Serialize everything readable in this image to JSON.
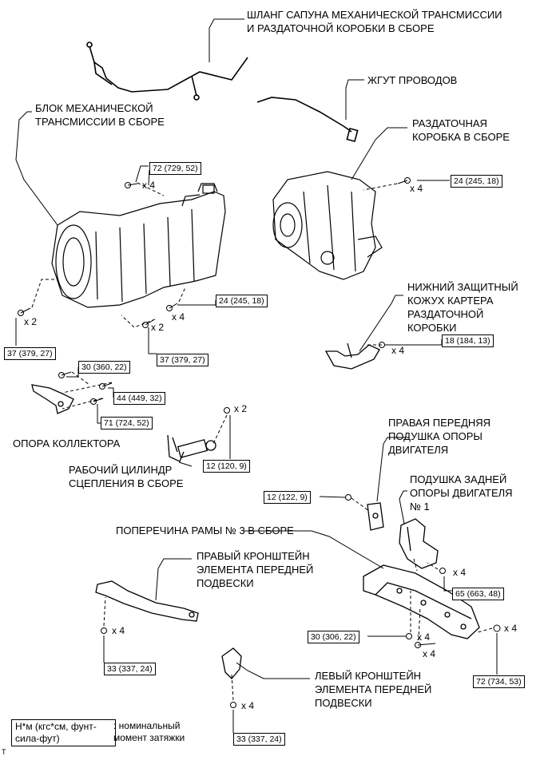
{
  "labels": {
    "breather_hose": "ШЛАНГ САПУНА МЕХАНИЧЕСКОЙ ТРАНСМИССИИ\nИ РАЗДАТОЧНОЙ КОРОБКИ В СБОРЕ",
    "wire_harness": "ЖГУТ ПРОВОДОВ",
    "manual_transmission": "БЛОК МЕХАНИЧЕСКОЙ\nТРАНСМИССИИ В СБОРЕ",
    "transfer_case": "РАЗДАТОЧНАЯ\nКОРОБКА В СБОРЕ",
    "transfer_lower_cover": "НИЖНИЙ ЗАЩИТНЫЙ\nКОЖУХ КАРТЕРА\nРАЗДАТОЧНОЙ\nКОРОБКИ",
    "manifold_stay": "ОПОРА КОЛЛЕКТОРА",
    "clutch_cylinder": "РАБОЧИЙ ЦИЛИНДР\nСЦЕПЛЕНИЯ В СБОРЕ",
    "front_engine_mount": "ПРАВАЯ ПЕРЕДНЯЯ\nПОДУШКА ОПОРЫ\nДВИГАТЕЛЯ",
    "rear_engine_mount": "ПОДУШКА ЗАДНЕЙ\nОПОРЫ ДВИГАТЕЛЯ\n№ 1",
    "crossmember": "ПОПЕРЕЧИНА РАМЫ № 3 В СБОРЕ",
    "rh_bracket": "ПРАВЫЙ КРОНШТЕЙН\nЭЛЕМЕНТА ПЕРЕДНЕЙ\nПОДВЕСКИ",
    "lh_bracket": "ЛЕВЫЙ КРОНШТЕЙН\nЭЛЕМЕНТА ПЕРЕДНЕЙ\nПОДВЕСКИ"
  },
  "torques": {
    "t72_729": "72 (729, 52)",
    "t24_245_tc": "24 (245, 18)",
    "t37_left": "37 (379, 27)",
    "t24_245_mt": "24 (245, 18)",
    "t37_mid": "37 (379, 27)",
    "t18_184": "18 (184, 13)",
    "t30_360": "30 (360, 22)",
    "t44_449": "44 (449, 32)",
    "t71_724": "71 (724, 52)",
    "t12_120": "12 (120, 9)",
    "t12_122": "12 (122, 9)",
    "t65_663": "65 (663, 48)",
    "t30_306": "30 (306, 22)",
    "t72_734": "72 (734, 53)",
    "t33_left": "33 (337, 24)",
    "t33_mid": "33 (337, 24)"
  },
  "multipliers": {
    "x4": "x 4",
    "x2": "x 2"
  },
  "legend": {
    "unit": "Н*м (кгс*см, фунт-\nсила-фут)",
    "note": ": номинальный\nмомент затяжки"
  },
  "corner_mark": "T"
}
